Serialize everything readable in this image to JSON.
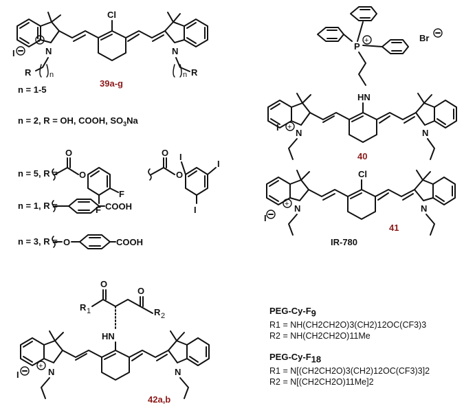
{
  "compounds": {
    "c39": {
      "id": "39a-g",
      "range": "n = 1-5",
      "anion": "I",
      "atoms": {
        "cl": "Cl",
        "n": "N",
        "r": "R",
        "n_sub": "n"
      }
    },
    "c40": {
      "id": "40",
      "anion": "Br",
      "anion2": "I",
      "atoms": {
        "p": "P",
        "hn": "HN",
        "n": "N"
      }
    },
    "c41": {
      "id": "41",
      "name": "IR-780",
      "anion": "I",
      "atoms": {
        "cl": "Cl",
        "n": "N"
      }
    },
    "c42": {
      "id": "42a,b",
      "anion": "I",
      "atoms": {
        "hn": "HN",
        "o": "O",
        "r1": "R",
        "r1_sub": "1",
        "r2": "R",
        "r2_sub": "2",
        "n": "N"
      }
    }
  },
  "substituents": {
    "s1": {
      "prefix": "n = 2, R = OH, COOH, SO",
      "sub": "3",
      "suffix": "Na"
    },
    "s2": {
      "prefix": "n = 5, R =",
      "atoms": {
        "o": "O",
        "f": "F",
        "i": "I"
      }
    },
    "s3": {
      "prefix": "n = 1, R =",
      "group": "COOH"
    },
    "s4": {
      "prefix": "n = 3, R =",
      "o": "O",
      "group": "COOH"
    }
  },
  "peg": {
    "f9": {
      "title": "PEG-Cy-F",
      "title_sub": "9",
      "r1": "R1 = NH(CH2CH2O)3(CH2)12OC(CF3)3",
      "r2": "R2 = NH(CH2CH2O)11Me"
    },
    "f18": {
      "title": "PEG-Cy-F",
      "title_sub": "18",
      "r1": "R1 = N[(CH2CH2O)3(CH2)12OC(CF3)3]2",
      "r2": "R2 = N[(CH2CH2O)11Me]2"
    }
  },
  "colors": {
    "compound_label": "#8b1a1a",
    "ink": "#111111",
    "background": "#ffffff"
  }
}
